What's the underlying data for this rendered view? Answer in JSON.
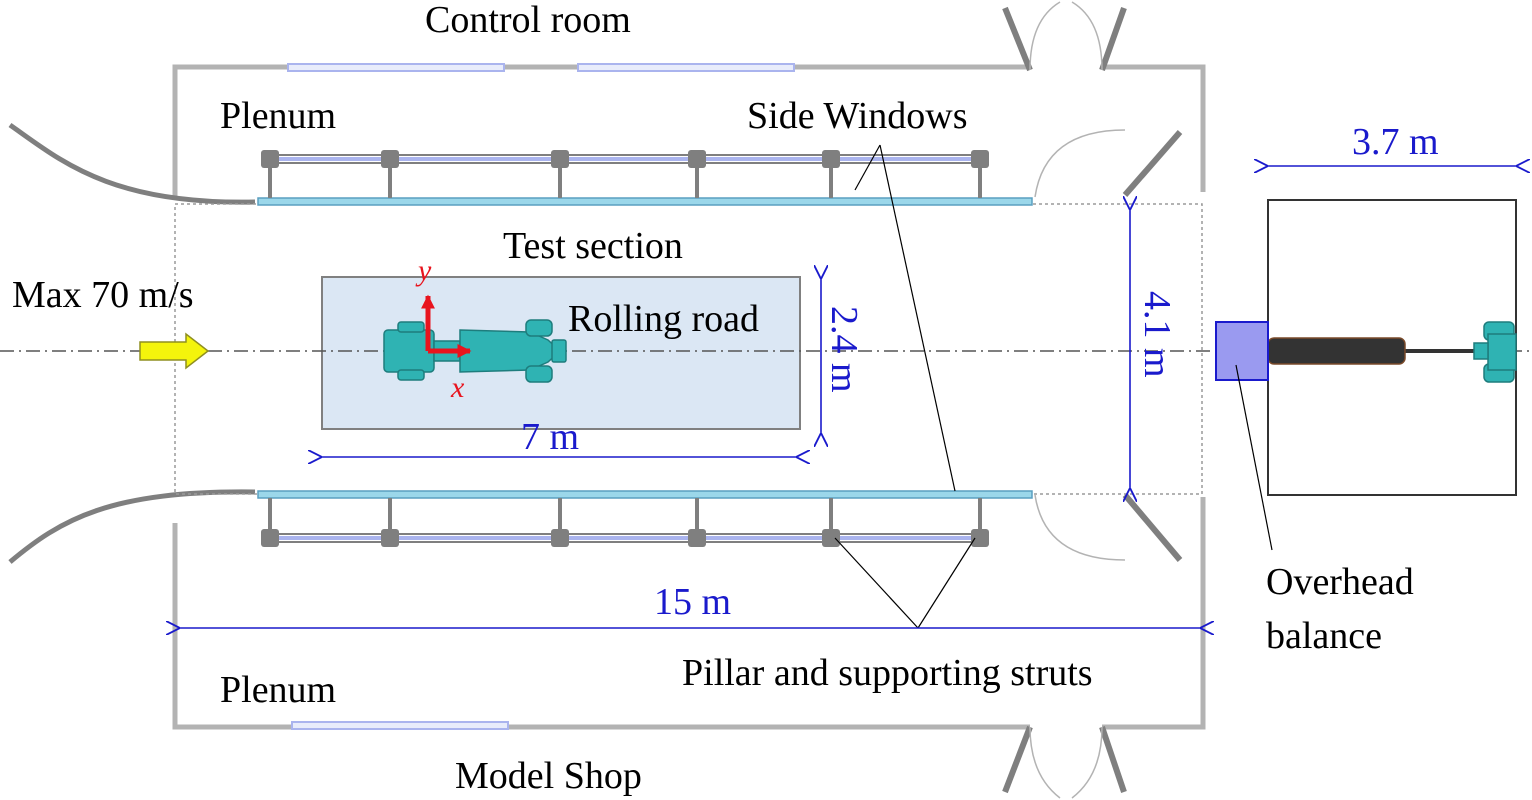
{
  "labels": {
    "control_room": "Control room",
    "plenum_top": "Plenum",
    "side_windows": "Side Windows",
    "test_section": "Test section",
    "max_speed": "Max 70 m/s",
    "rolling_road": "Rolling road",
    "plenum_bottom": "Plenum",
    "model_shop": "Model Shop",
    "pillar_struts": "Pillar and supporting struts",
    "overhead_balance_1": "Overhead",
    "overhead_balance_2": "balance"
  },
  "dimensions": {
    "balance_width": "3.7 m",
    "section_width": "4.1 m",
    "road_width": "2.4 m",
    "road_length": "7 m",
    "plenum_length": "15 m"
  },
  "axes": {
    "y": "y",
    "x": "x"
  },
  "colors": {
    "wall": "#b3b3b3",
    "window": "#aab4ee",
    "strut": "#7f7f7f",
    "road_fill": "#dbe7f4",
    "dimension": "#1a1acc",
    "axis": "#e8141e",
    "car": "#2fb3b3",
    "arrow": "#f4f40c",
    "balance_block": "#9a9af0",
    "sting": "#333333"
  }
}
